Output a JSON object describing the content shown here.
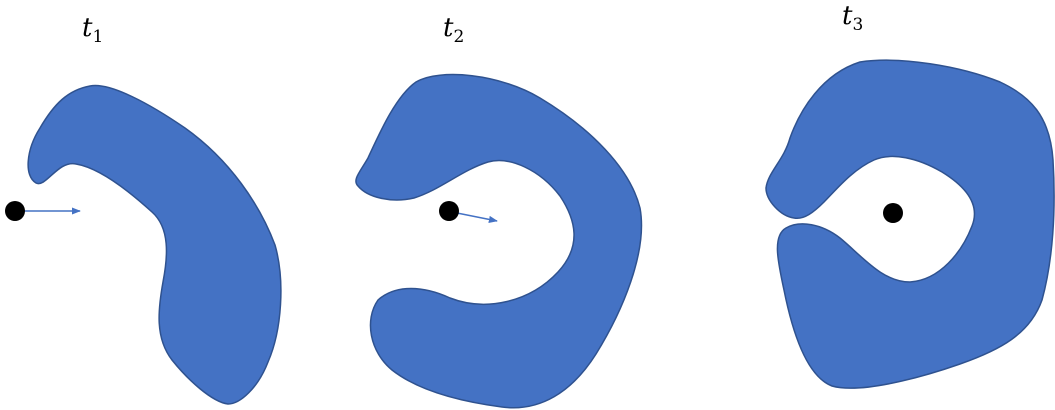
{
  "panels": [
    {
      "label": "t",
      "subscript": "1"
    },
    {
      "label": "t",
      "subscript": "2"
    },
    {
      "label": "t",
      "subscript": "3"
    }
  ],
  "colors": {
    "shape_fill": "#4472C4",
    "shape_stroke": "#2F528F",
    "point": "#000000",
    "arrow": "#4472C4",
    "background": "#FFFFFF"
  }
}
